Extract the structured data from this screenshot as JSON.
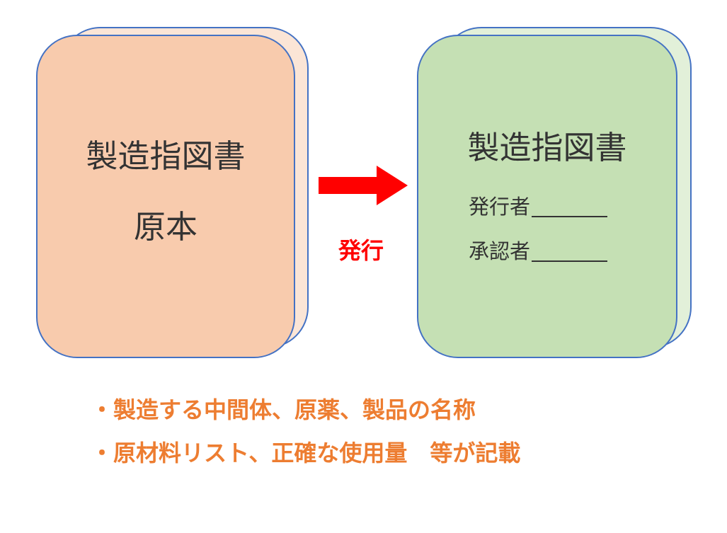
{
  "source_doc": {
    "title": "製造指図書",
    "subtitle": "原本"
  },
  "issued_doc": {
    "title": "製造指図書",
    "issuer_label": "発行者",
    "approver_label": "承認者"
  },
  "flow": {
    "arrow_label": "発行",
    "arrow_color": "#ff0000"
  },
  "notes": [
    "・製造する中間体、原薬、製品の名称",
    "・原材料リスト、正確な使用量　等が記載"
  ],
  "colors": {
    "border": "#4472c4",
    "source_fill": "#f8cbad",
    "issued_fill": "#c5e0b4",
    "note_text": "#ed7d31"
  }
}
